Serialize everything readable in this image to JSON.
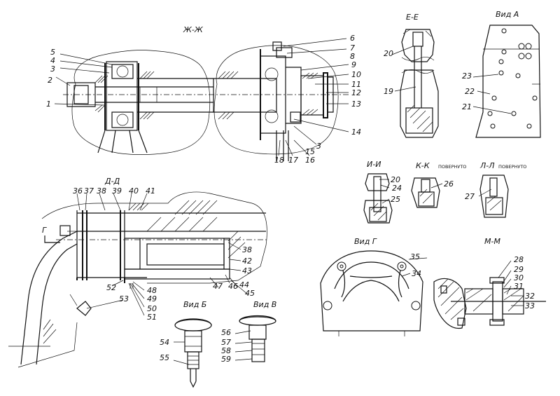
{
  "sections": {
    "zh": "Ж-Ж",
    "e": "Е-Е",
    "vid_a": "Вид А",
    "d": "Д-Д",
    "i": "И-И",
    "k": "К-К",
    "k_note": "ПОВЕРНУТО",
    "l": "Л-Л",
    "l_note": "ПОВЕРНУТО",
    "vid_g": "Вид Г",
    "m": "М-М",
    "vid_b": "Вид Б",
    "vid_v": "Вид В",
    "g_arrow": "Г"
  },
  "callouts": [
    "1",
    "2",
    "3",
    "4",
    "5",
    "6",
    "7",
    "8",
    "9",
    "10",
    "11",
    "12",
    "13",
    "14",
    "15",
    "16",
    "17",
    "18",
    "19",
    "20",
    "21",
    "22",
    "23",
    "24",
    "25",
    "26",
    "27",
    "28",
    "29",
    "30",
    "31",
    "32",
    "33",
    "34",
    "35",
    "36",
    "37",
    "38",
    "39",
    "40",
    "41",
    "42",
    "43",
    "44",
    "45",
    "46",
    "47",
    "48",
    "49",
    "50",
    "51",
    "52",
    "53",
    "54",
    "55",
    "56",
    "57",
    "58",
    "59"
  ],
  "extra_callouts": {
    "c3b": "3",
    "c20b": "20",
    "c38b": "38"
  }
}
